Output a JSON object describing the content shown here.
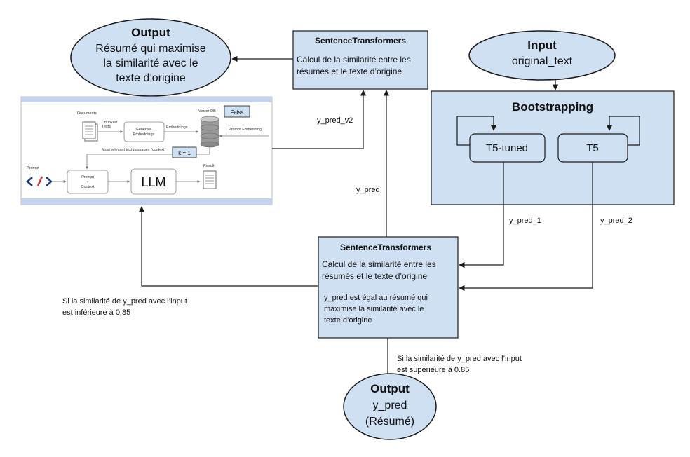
{
  "output_top": {
    "title": "Output",
    "lines": [
      "Résumé qui maximise",
      "la similarité avec le",
      "texte d’origine"
    ]
  },
  "st_top": {
    "title": "SentenceTransformers",
    "lines": [
      "Calcul de la similarité entre les",
      "résumés et le texte d’origine"
    ]
  },
  "input": {
    "title": "Input",
    "text": "original_text"
  },
  "bootstrapping": {
    "title": "Bootstrapping",
    "models": [
      "T5-tuned",
      "T5"
    ]
  },
  "rag": {
    "documents": "Documents",
    "chunked": [
      "Chunked",
      "Texts"
    ],
    "generate": [
      "Generate",
      "Embeddings"
    ],
    "embeddings": "Embeddings",
    "vector_db": "Vector DB",
    "faiss": "Faiss",
    "prompt_embedding": "Prompt Embedding",
    "most_relevant": "Most relevant text passages (context)",
    "k": "k = 1",
    "prompt": "Prompt",
    "prompt_context": [
      "Prompt",
      "+",
      "Context"
    ],
    "llm": "LLM",
    "result": "Result"
  },
  "labels": {
    "y_pred_v2": "y_pred_v2",
    "y_pred": "y_pred",
    "y_pred_1": "y_pred_1",
    "y_pred_2": "y_pred_2",
    "cond_low": [
      "Si la similarité de y_pred avec l’input",
      "est inférieure à 0.85"
    ],
    "cond_high": [
      "Si la similarité de y_pred avec l’input",
      "est supérieure à 0.85"
    ]
  },
  "st_bottom": {
    "title": "SentenceTransformers",
    "lines": [
      "Calcul de la similarité entre les",
      "résumés et le texte d’origine"
    ],
    "note": [
      "y_pred est égal au résumé qui",
      "maximise la similarité avec le",
      "texte d’origine"
    ]
  },
  "output_bottom": {
    "title": "Output",
    "lines": [
      "y_pred",
      "(Résumé)"
    ]
  },
  "colors": {
    "fill": "#cfe0f3",
    "stroke": "#1a1a1a",
    "band": "#c4d4ec",
    "code_icon": "#1f3b8a",
    "accent": "#cc3333"
  }
}
